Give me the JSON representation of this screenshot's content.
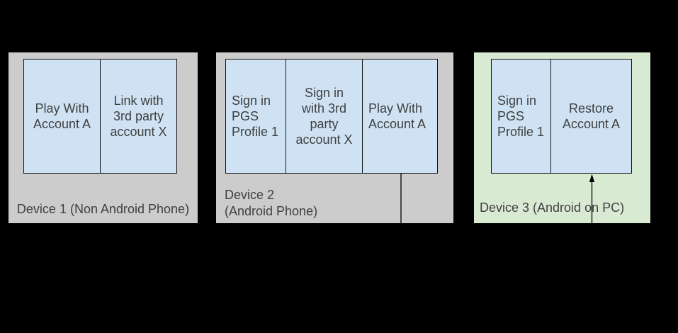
{
  "diagram": {
    "background": "#000000",
    "devices": [
      {
        "label": "Device 1 (Non Android Phone)",
        "fill": "#cccccc",
        "steps": [
          {
            "text": "Play With\nAccount A"
          },
          {
            "text": "Link with\n3rd party\naccount X"
          }
        ]
      },
      {
        "label": "Device 2\n(Android Phone)",
        "fill": "#cccccc",
        "steps": [
          {
            "text": "Sign in\nPGS\nProfile 1"
          },
          {
            "text": "Sign in\nwith 3rd\nparty\naccount X"
          },
          {
            "text": "Play With\nAccount A"
          }
        ]
      },
      {
        "label": "Device 3 (Android on PC)",
        "fill": "#d9ead3",
        "steps": [
          {
            "text": "Sign in\nPGS\nProfile 1"
          },
          {
            "text": "Restore\nAccount A"
          }
        ]
      }
    ],
    "connector": {
      "style": "elbow-arrow",
      "color": "#000000",
      "from": "Play With Account A (Device 2)",
      "to": "Restore Account A (Device 3)"
    },
    "colors": {
      "step_fill": "#cfe2f3",
      "device_fill_gray": "#cccccc",
      "device_fill_green": "#d9ead3",
      "border": "#111111",
      "text": "#404040"
    }
  }
}
